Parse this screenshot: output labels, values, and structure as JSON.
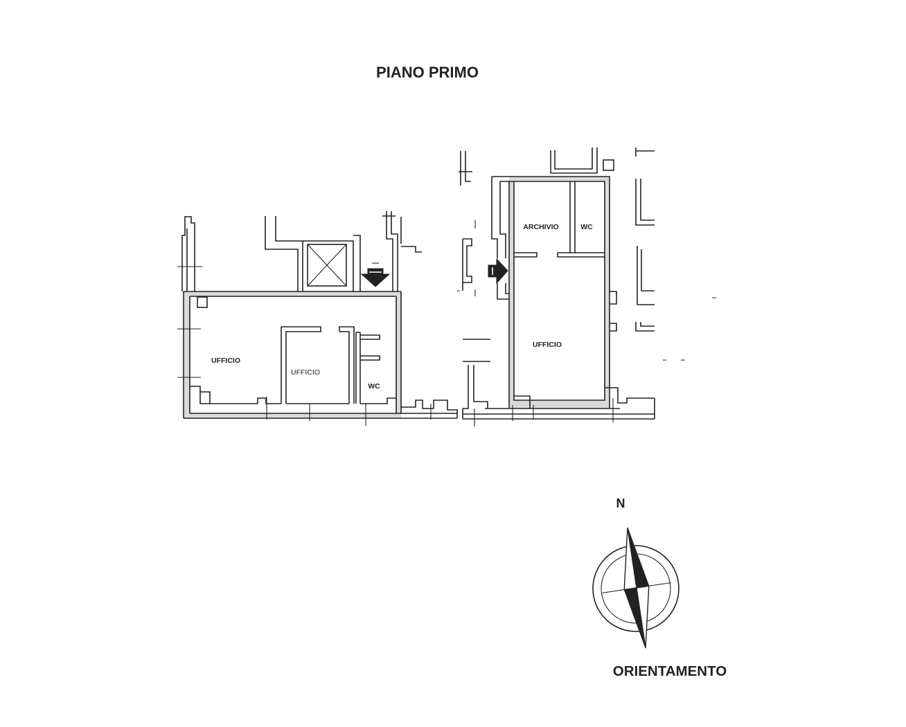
{
  "title": "PIANO PRIMO",
  "plan": {
    "left_unit": {
      "rooms": [
        {
          "label": "UFFICIO"
        },
        {
          "label": "UFFICIO"
        },
        {
          "label": "WC"
        }
      ]
    },
    "right_unit": {
      "rooms": [
        {
          "label": "ARCHIVIO"
        },
        {
          "label": "WC"
        },
        {
          "label": "UFFICIO"
        }
      ]
    }
  },
  "compass": {
    "north_label": "N",
    "caption": "ORIENTAMENTO"
  },
  "icons": {
    "elevator": "elevator-shaft-icon",
    "entrance_left": "arrow-down-icon",
    "entrance_right": "arrow-right-icon",
    "compass": "compass-rose-icon"
  },
  "colors": {
    "ink": "#222222",
    "paper": "#ffffff",
    "wall_fill": "#dadada"
  }
}
